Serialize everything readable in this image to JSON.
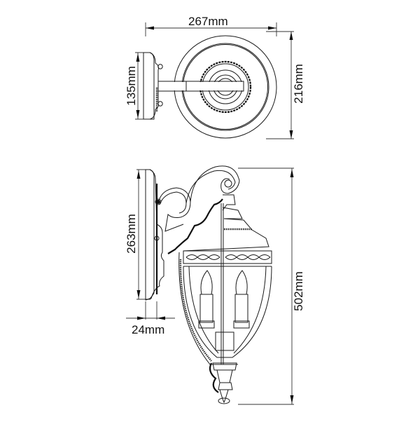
{
  "drawing": {
    "title": "Outdoor wall lantern technical dimension drawing",
    "views": [
      "top-view",
      "side-view"
    ],
    "line_color": "#1a1a1a",
    "background": "#ffffff"
  },
  "dimensions": {
    "width": {
      "label": "267mm",
      "value": 267,
      "unit": "mm",
      "view": "top-view",
      "orientation": "horizontal"
    },
    "backplate_top_height": {
      "label": "135mm",
      "value": 135,
      "unit": "mm",
      "view": "top-view",
      "orientation": "vertical"
    },
    "depth": {
      "label": "216mm",
      "value": 216,
      "unit": "mm",
      "view": "top-view",
      "orientation": "vertical"
    },
    "backplate_side_height": {
      "label": "263mm",
      "value": 263,
      "unit": "mm",
      "view": "side-view",
      "orientation": "vertical"
    },
    "backplate_thickness": {
      "label": "24mm",
      "value": 24,
      "unit": "mm",
      "view": "side-view",
      "orientation": "horizontal"
    },
    "total_height": {
      "label": "502mm",
      "value": 502,
      "unit": "mm",
      "view": "side-view",
      "orientation": "vertical"
    }
  }
}
